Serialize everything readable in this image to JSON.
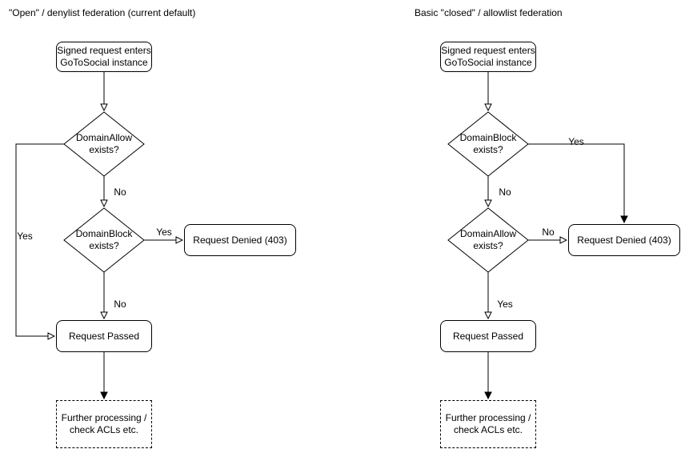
{
  "colors": {
    "stroke": "#000000",
    "background": "#ffffff",
    "text": "#000000"
  },
  "charts": [
    {
      "title": "\"Open\" / denylist federation (current default)",
      "nodes": {
        "start": "Signed request enters\nGoToSocial instance",
        "domain_allow": "DomainAllow\nexists?",
        "domain_block": "DomainBlock\nexists?",
        "request_denied": "Request Denied (403)",
        "request_passed": "Request Passed",
        "further_processing": "Further processing /\ncheck ACLs etc."
      },
      "edge_labels": {
        "allow_no": "No",
        "allow_yes": "Yes",
        "block_yes": "Yes",
        "block_no": "No"
      }
    },
    {
      "title": "Basic \"closed\" / allowlist federation",
      "nodes": {
        "start": "Signed request enters\nGoToSocial instance",
        "domain_block": "DomainBlock\nexists?",
        "domain_allow": "DomainAllow\nexists?",
        "request_denied": "Request Denied (403)",
        "request_passed": "Request Passed",
        "further_processing": "Further processing /\ncheck ACLs etc."
      },
      "edge_labels": {
        "block_yes": "Yes",
        "block_no": "No",
        "allow_no": "No",
        "allow_yes": "Yes"
      }
    }
  ]
}
